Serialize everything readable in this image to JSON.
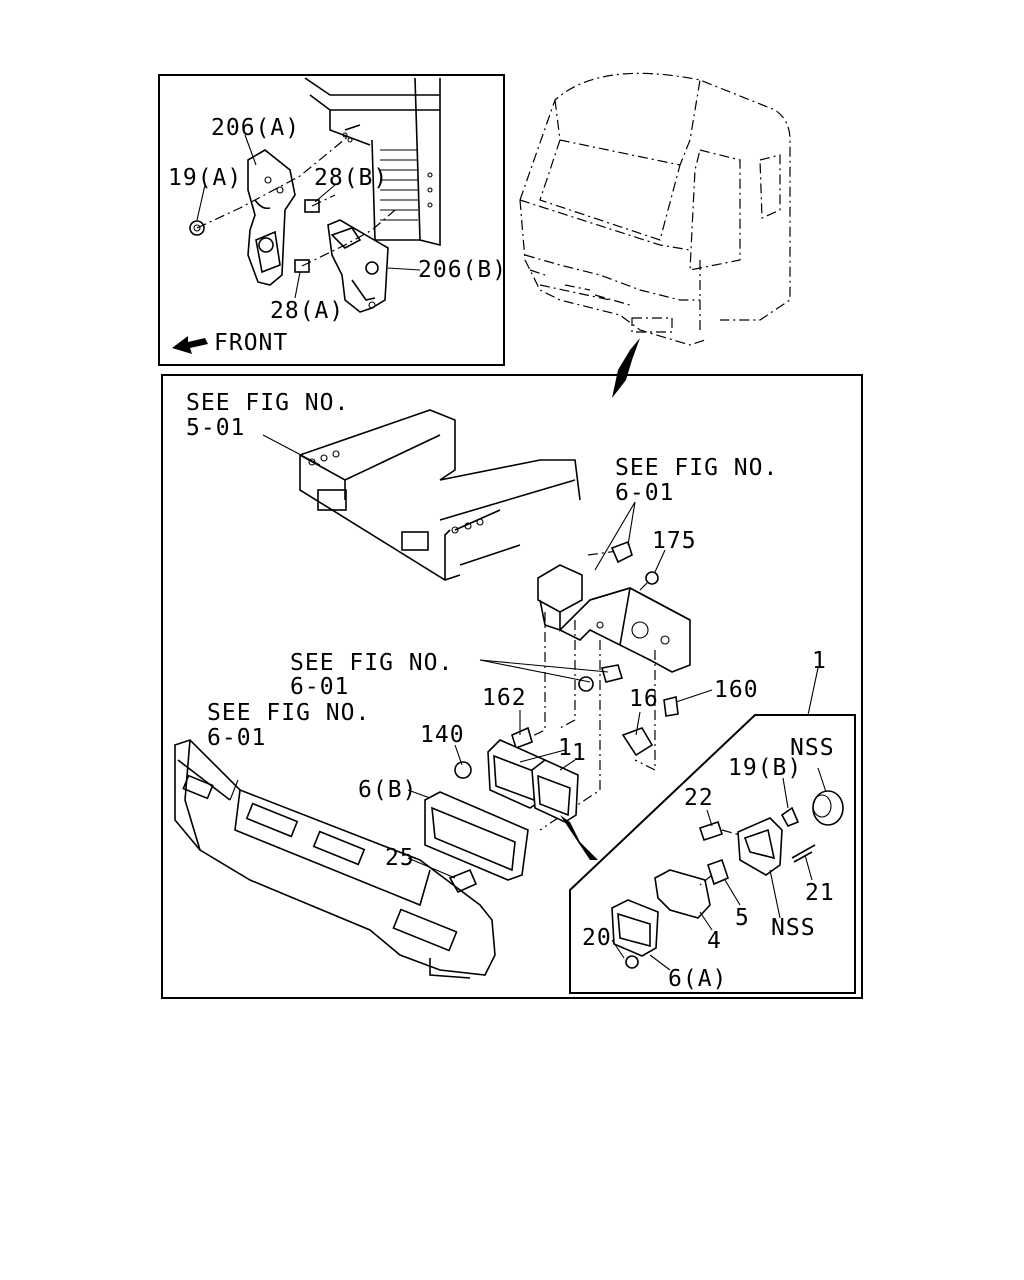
{
  "inset_top": {
    "labels": {
      "l206a": "206(A)",
      "l19a": "19(A)",
      "l28b": "28(B)",
      "l206b": "206(B)",
      "l28a": "28(A)",
      "front": "FRONT"
    }
  },
  "main": {
    "labels": {
      "seefig_501_a": "SEE FIG NO.",
      "seefig_501_b": "5-01",
      "seefig_601r_a": "SEE FIG NO.",
      "seefig_601r_b": "6-01",
      "seefig_601m_a": "SEE FIG NO.",
      "seefig_601m_b": "6-01",
      "seefig_601l_a": "SEE FIG NO.",
      "seefig_601l_b": "6-01",
      "p175": "175",
      "p162": "162",
      "p1a": "1",
      "p16": "16",
      "p160": "160",
      "p140": "140",
      "p1b": "1",
      "p6b": "6(B)",
      "p25": "25",
      "p1c": "1"
    }
  },
  "inset_lamp": {
    "labels": {
      "nss1": "NSS",
      "p19b": "19(B)",
      "p22": "22",
      "p21": "21",
      "p5": "5",
      "nss2": "NSS",
      "p4": "4",
      "p20": "20",
      "p6a": "6(A)"
    }
  }
}
